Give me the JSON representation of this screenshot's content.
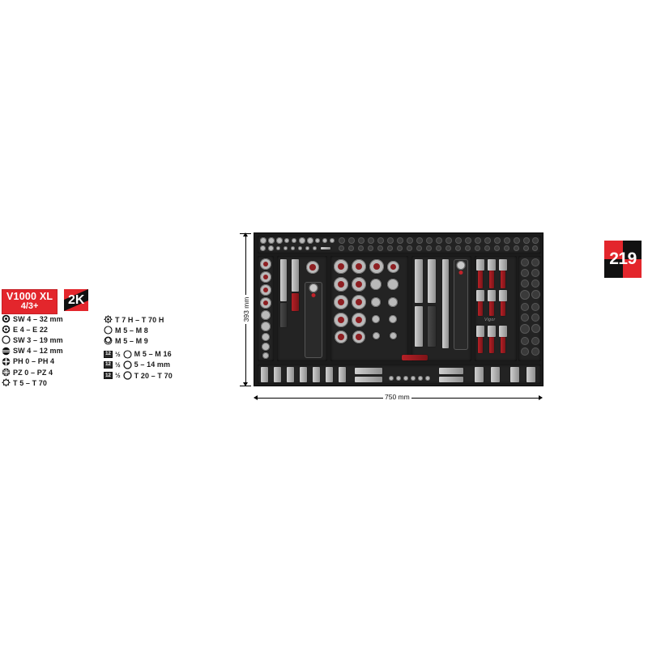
{
  "product": {
    "series_badge": {
      "line1": "V1000 XL",
      "line2": "4/3+"
    },
    "material_badge": "2K",
    "page_number": "219"
  },
  "colors": {
    "brand_red": "#e3262c",
    "badge_black": "#111111",
    "foam_black": "#232323"
  },
  "spec_left": [
    {
      "icon": "hex-socket-icon",
      "label": "SW 4 – 32 mm"
    },
    {
      "icon": "e-torx-socket-icon",
      "label": "E 4 – E 22"
    },
    {
      "icon": "ring-socket-icon",
      "label": "SW 3 – 19 mm"
    },
    {
      "icon": "double-hex-bit-icon",
      "label": "SW 4 – 12 mm"
    },
    {
      "icon": "phillips-bit-icon",
      "label": "PH 0 – PH 4"
    },
    {
      "icon": "pozidriv-bit-icon",
      "label": "PZ 0 – PZ 4"
    },
    {
      "icon": "torx-bit-icon",
      "label": "T 5 – T 70"
    }
  ],
  "spec_right": [
    {
      "icon": "torx-tamper-bit-icon",
      "label": "T 7 H – T 70 H"
    },
    {
      "icon": "ribe-bit-icon",
      "label": "M 5 – M 8"
    },
    {
      "icon": "spline-bit-icon",
      "label": "M 5 – M 9"
    }
  ],
  "spec_drive": [
    {
      "drive_badge": "12",
      "drive_size": "½",
      "icon": "ribe-socket-icon",
      "label": "M 5 – M 16"
    },
    {
      "drive_badge": "12",
      "drive_size": "½",
      "icon": "hex-bit-socket-icon",
      "label": "5 – 14 mm"
    },
    {
      "drive_badge": "12",
      "drive_size": "½",
      "icon": "torx-socket-icon",
      "label": "T 20 – T 70"
    }
  ],
  "dimensions": {
    "height_label": "393 mm",
    "width_label": "750 mm"
  },
  "tray": {
    "brand_mark": "Vigor"
  }
}
